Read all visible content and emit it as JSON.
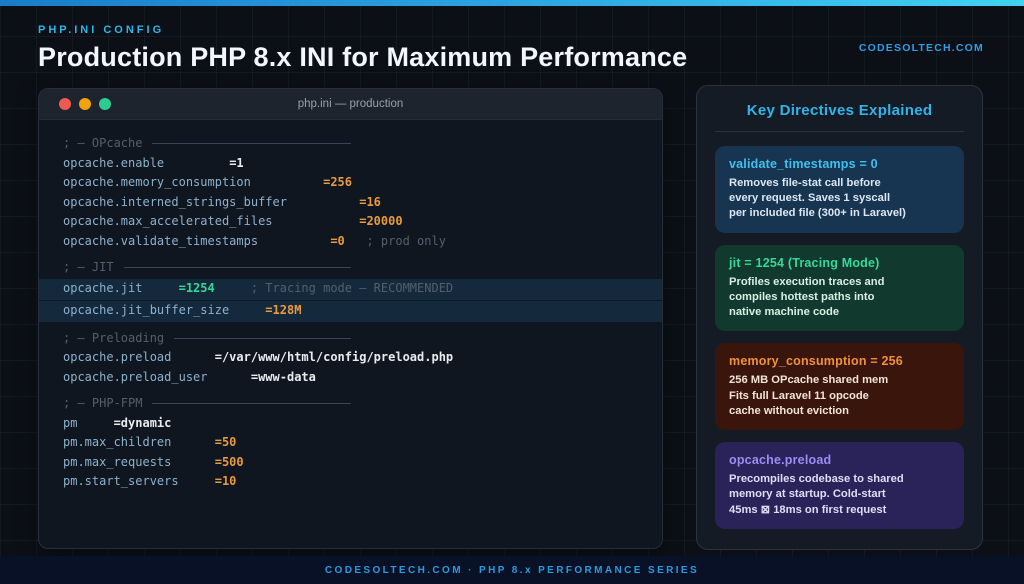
{
  "header": {
    "eyebrow": "PHP.INI CONFIG",
    "title": "Production PHP 8.x INI for Maximum Performance",
    "brand": "CODESOLTECH.COM"
  },
  "code_window": {
    "title": "php.ini — production",
    "traffic_lights": [
      {
        "name": "close-icon",
        "color": "#ee5a52"
      },
      {
        "name": "minimize-icon",
        "color": "#f0a30a"
      },
      {
        "name": "zoom-icon",
        "color": "#2ecc8f"
      }
    ],
    "lines": [
      {
        "type": "comment",
        "text": "; — OPcache"
      },
      {
        "type": "kv",
        "key": "opcache.enable",
        "pad": 9,
        "value": "=1",
        "vstyle": "bright"
      },
      {
        "type": "kv",
        "key": "opcache.memory_consumption",
        "pad": 10,
        "value": "=256",
        "vstyle": "num"
      },
      {
        "type": "kv",
        "key": "opcache.interned_strings_buffer",
        "pad": 10,
        "value": "=16",
        "vstyle": "num"
      },
      {
        "type": "kv",
        "key": "opcache.max_accelerated_files",
        "pad": 12,
        "value": "=20000",
        "vstyle": "num"
      },
      {
        "type": "kv",
        "key": "opcache.validate_timestamps",
        "pad": 10,
        "value": "=0",
        "vstyle": "num",
        "comment": "; prod only",
        "cpad": 3
      },
      {
        "type": "comment",
        "text": "; — JIT"
      },
      {
        "type": "kv",
        "key": "opcache.jit",
        "pad": 5,
        "value": "=1254",
        "vstyle": "green",
        "comment": "; Tracing mode — RECOMMENDED",
        "cpad": 5,
        "highlight": true
      },
      {
        "type": "kv",
        "key": "opcache.jit_buffer_size",
        "pad": 5,
        "value": "=128M",
        "vstyle": "num",
        "highlight": true
      },
      {
        "type": "comment",
        "text": "; — Preloading"
      },
      {
        "type": "kv",
        "key": "opcache.preload",
        "pad": 6,
        "value": "=/var/www/html/config/preload.php",
        "vstyle": "bright"
      },
      {
        "type": "kv",
        "key": "opcache.preload_user",
        "pad": 6,
        "value": "=www-data",
        "vstyle": "bright"
      },
      {
        "type": "comment",
        "text": "; — PHP-FPM"
      },
      {
        "type": "kv",
        "key": "pm",
        "pad": 5,
        "value": "=dynamic",
        "vstyle": "bright"
      },
      {
        "type": "kv",
        "key": "pm.max_children",
        "pad": 6,
        "value": "=50",
        "vstyle": "num"
      },
      {
        "type": "kv",
        "key": "pm.max_requests",
        "pad": 6,
        "value": "=500",
        "vstyle": "num"
      },
      {
        "type": "kv",
        "key": "pm.start_servers",
        "pad": 5,
        "value": "=10",
        "vstyle": "num"
      }
    ]
  },
  "sidebar": {
    "title": "Key Directives Explained",
    "cards": [
      {
        "title": "validate_timestamps = 0",
        "body": "Removes file-stat call before\nevery request. Saves 1 syscall\nper included file (300+ in Laravel)",
        "bg": "#173450",
        "title_color": "#3fc1f0",
        "body_color": "#dbe7f3"
      },
      {
        "title": "jit = 1254 (Tracing Mode)",
        "body": "Profiles execution traces and\ncompiles hottest paths into\nnative machine code",
        "bg": "#11392d",
        "title_color": "#38d89a",
        "body_color": "#d9efe5"
      },
      {
        "title": "memory_consumption = 256",
        "body": "256 MB OPcache shared mem\nFits full Laravel 11 opcode\ncache without eviction",
        "bg": "#3a150c",
        "title_color": "#f0913e",
        "body_color": "#f2e4da"
      },
      {
        "title": "opcache.preload",
        "body": "Precompiles codebase to shared\nmemory at startup. Cold-start\n45ms ⊠ 18ms on first request",
        "bg": "#29235a",
        "title_color": "#9d8cf2",
        "body_color": "#e0dcf4"
      }
    ]
  },
  "footer": {
    "text": "CODESOLTECH.COM · PHP 8.x PERFORMANCE SERIES"
  },
  "colors": {
    "accent_cyan": "#2bb7ea",
    "brand_blue": "#2e9fe6",
    "code_key": "#8cb1cd",
    "code_value_num": "#e89a3e",
    "code_value_bright": "#e8ecf0",
    "code_value_green": "#36d993",
    "code_comment": "#535f6d",
    "highlight_row": "#15293d"
  }
}
